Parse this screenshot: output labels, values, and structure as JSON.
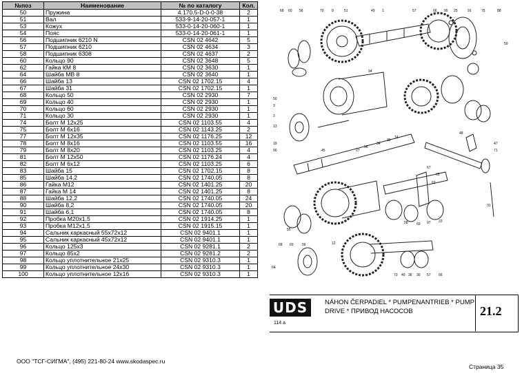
{
  "table": {
    "headers": [
      "№поз",
      "Наименование",
      "№ по каталогу",
      "Кол."
    ],
    "rows": [
      [
        "50",
        "Пружина",
        "4.170.5-D-0-0-38",
        "2"
      ],
      [
        "51",
        "Вал",
        "533-9-14-20-057-1",
        "1"
      ],
      [
        "53",
        "Кожух",
        "533-0-14-20-060-1",
        "1"
      ],
      [
        "54",
        "Пояс",
        "533-0-14-20-061-1",
        "1"
      ],
      [
        "56",
        "Подшипник 6210 N",
        "CSN  02  4642",
        "5"
      ],
      [
        "57",
        "Подшипник 6210",
        "CSN  02  4634",
        "3"
      ],
      [
        "58",
        "Подшипник 6308",
        "CSN  02  4637",
        "2"
      ],
      [
        "60",
        "Кольцо  90",
        "CSN  02  3648",
        "5"
      ],
      [
        "62",
        "Гайка КМ 8",
        "CSN  02  3630",
        "1"
      ],
      [
        "64",
        "Шайба МВ 8",
        "CSN  02  3640",
        "1"
      ],
      [
        "66",
        "Шайба 13",
        "CSN 02 1702.15",
        "4"
      ],
      [
        "67",
        "Шайба 31",
        "CSN 02 1702.15",
        "1"
      ],
      [
        "68",
        "Кольцо  50",
        "CSN  02  2930",
        "7"
      ],
      [
        "69",
        "Кольцо  40",
        "CSN  02  2930",
        "1"
      ],
      [
        "70",
        "Кольцо  60",
        "CSN  02  2930",
        "1"
      ],
      [
        "71",
        "Кольцо  30",
        "CSN  02  2930",
        "1"
      ],
      [
        "74",
        "Болт М 12х25",
        "CSN 02 1103.55",
        "4"
      ],
      [
        "75",
        "Болт М 6х16",
        "CSN 02 1143.25",
        "2"
      ],
      [
        "77",
        "Болт М 12х35",
        "CSN 02 1176.25",
        "12"
      ],
      [
        "78",
        "Болт М 8х16",
        "CSN 02 1103.55",
        "16"
      ],
      [
        "79",
        "Болт М 8х20",
        "CSN 02 1103.25",
        "4"
      ],
      [
        "81",
        "Болт М 12х50",
        "CSN 02 1176.24",
        "4"
      ],
      [
        "82",
        "Болт М 6х12",
        "CSN 02 1103.25",
        "6"
      ],
      [
        "83",
        "Шайба 15",
        "CSN 02 1702.15",
        "8"
      ],
      [
        "85",
        "Шайба 14,2",
        "CSN 02 1740.05",
        "8"
      ],
      [
        "86",
        "Гайка М12",
        "CSN 02 1401.25",
        "20"
      ],
      [
        "87",
        "Гайка М 14",
        "CSN 02 1401.25",
        "8"
      ],
      [
        "88",
        "Шайба 12,2",
        "CSN 02 1740.05",
        "24"
      ],
      [
        "90",
        "Шайба 8,2",
        "CSN 02 1740.05",
        "20"
      ],
      [
        "91",
        "Шайба 6,1",
        "CSN 02 1740.05",
        "8"
      ],
      [
        "92",
        "Пробка М20х1,5",
        "CSN  02  1914.25",
        "1"
      ],
      [
        "93",
        "Пробка М12х1,5",
        "CSN  02  1915.15",
        "1"
      ],
      [
        "94",
        "Сальник каркасный 55х72х12",
        "CSN  02  9401.1",
        "1"
      ],
      [
        "95",
        "Сальник каркасный 45х72х12",
        "CSN  02  9401.1",
        "1"
      ],
      [
        "96",
        "Кольцо  125х3",
        "CSN  02  9281.1",
        "2"
      ],
      [
        "97",
        "Кольцо  85х2",
        "CSN  02  9281.2",
        "2"
      ],
      [
        "98",
        "Кольцо уплотнительное  21х25",
        "CSN  02  9310.3",
        "1"
      ],
      [
        "99",
        "Кольцо уплотнительное 24х30",
        "CSN  02  9310.3",
        "1"
      ],
      [
        "100",
        "Кольцо уплотнительное 12х16",
        "CSN  02  9310.3",
        "1"
      ]
    ]
  },
  "title_block": {
    "logo": "UDS",
    "logo_sub": "114 a",
    "line1": "NÁHON ČERPADIEL * PUMPENANTRIEB * PUMP",
    "line2": "DRIVE * ПРИВОД НАСОСОВ",
    "page_code": "21.2"
  },
  "drawing": {
    "callouts": [
      "68",
      "60",
      "56",
      "70",
      "8",
      "51",
      "49",
      "1",
      "57",
      "66",
      "95",
      "25",
      "91",
      "75",
      "88",
      "59",
      "94",
      "50",
      "3",
      "2",
      "13",
      "19",
      "90",
      "45",
      "27",
      "56",
      "34",
      "39",
      "74",
      "48",
      "47",
      "71",
      "67",
      "62",
      "65",
      "31",
      "58",
      "69",
      "97",
      "22",
      "55",
      "12",
      "68",
      "60",
      "56",
      "64",
      "73",
      "40",
      "36",
      "30",
      "57",
      "66"
    ]
  },
  "footer": {
    "left": "ООО \"ТСГ-СИГМА\", (495) 221-80-24 www.skodaspec.ru",
    "right": "Страница 35"
  }
}
